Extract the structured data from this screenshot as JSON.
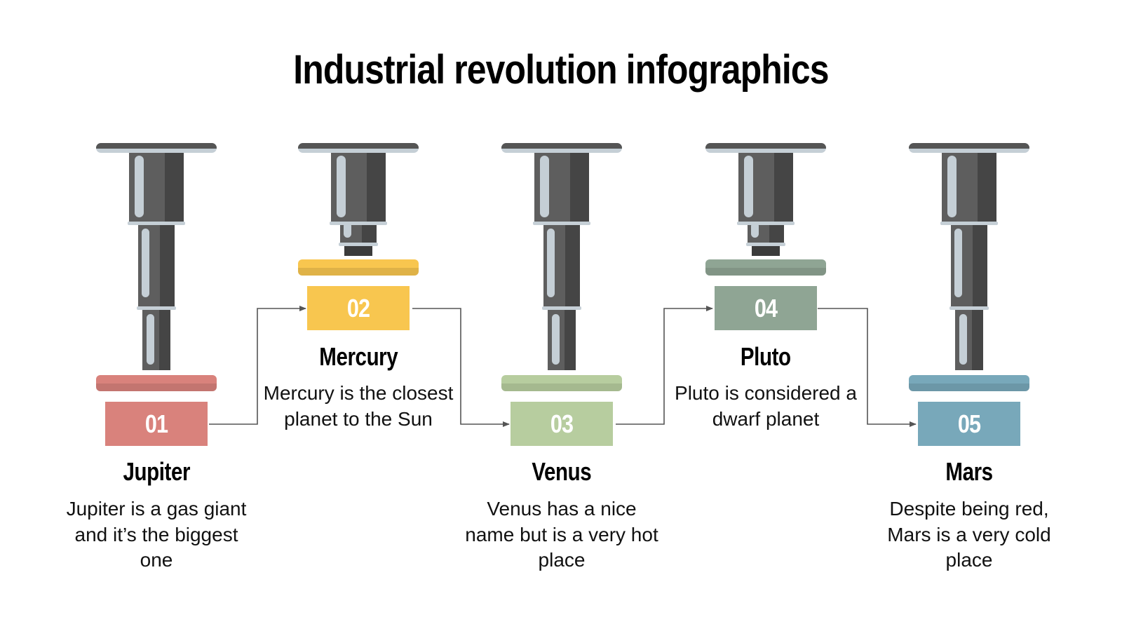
{
  "title": "Industrial revolution infographics",
  "colors": {
    "metal_dark": "#454545",
    "metal_mid": "#5e5e5e",
    "metal_light": "#c5cfd6",
    "connector": "#555555"
  },
  "steps": [
    {
      "number": "01",
      "name": "Jupiter",
      "description": "Jupiter is a gas giant and it’s the biggest one",
      "color": "#d9827c",
      "drill": "long"
    },
    {
      "number": "02",
      "name": "Mercury",
      "description": "Mercury is the closest planet to the Sun",
      "color": "#f8c64f",
      "drill": "short"
    },
    {
      "number": "03",
      "name": "Venus",
      "description": "Venus has a nice name but is a very hot place",
      "color": "#b7cd9f",
      "drill": "long"
    },
    {
      "number": "04",
      "name": "Pluto",
      "description": "Pluto is considered a dwarf planet",
      "color": "#8fa594",
      "drill": "short"
    },
    {
      "number": "05",
      "name": "Mars",
      "description": "Despite being red, Mars is a very cold place",
      "color": "#78a8ba",
      "drill": "long"
    }
  ]
}
